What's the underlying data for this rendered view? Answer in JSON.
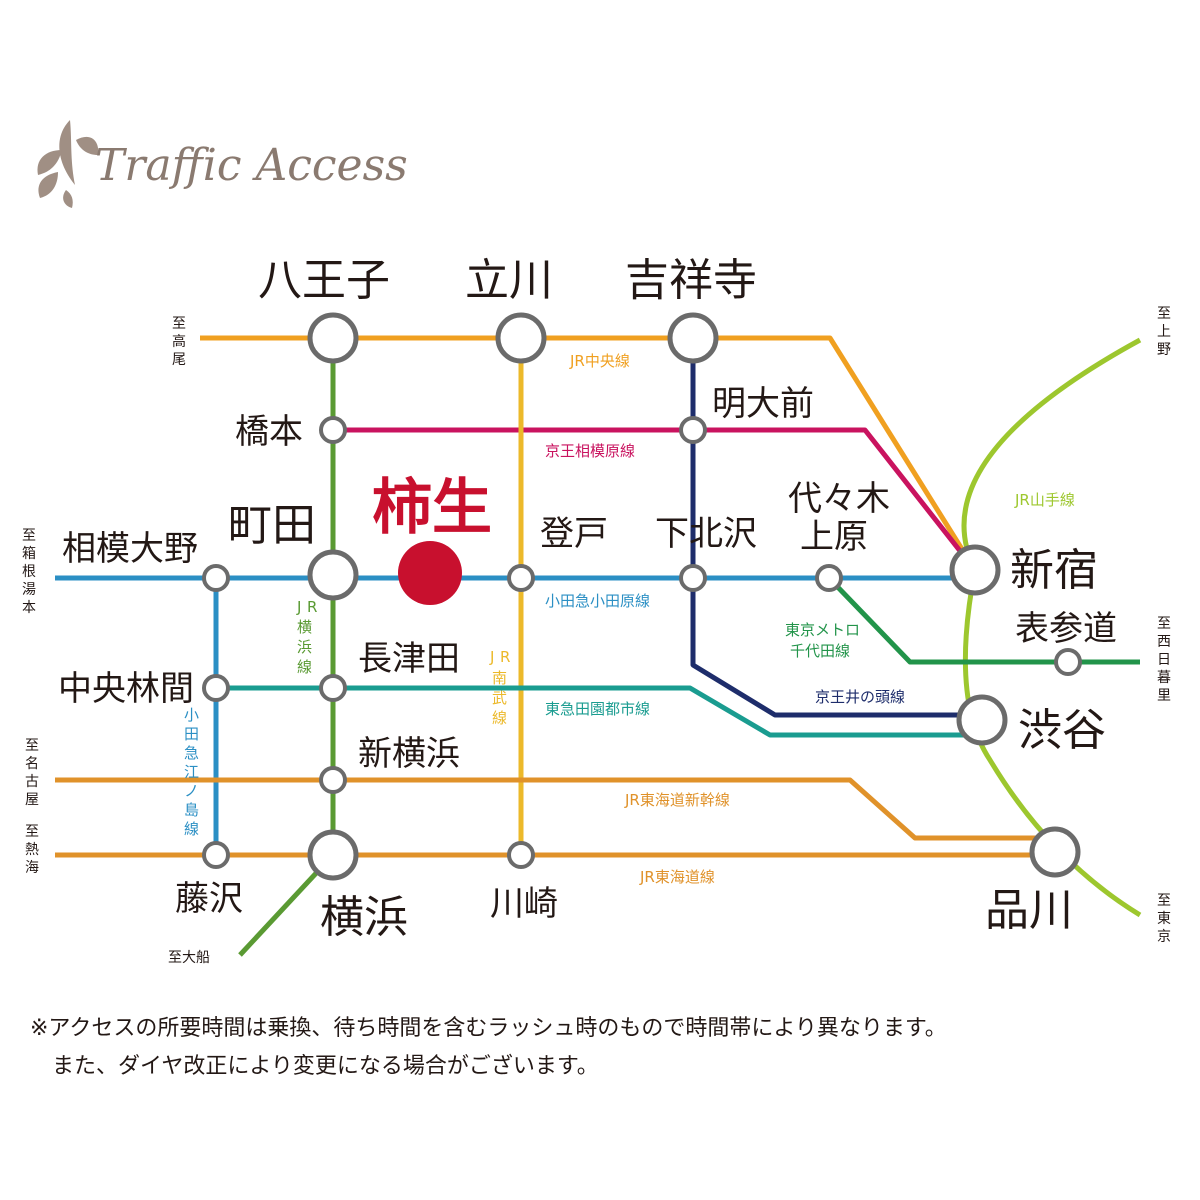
{
  "title": "Traffic Access",
  "colors": {
    "chuo": "#f0a020",
    "keio_sagamihara": "#c9135f",
    "odakyu": "#2b8fc4",
    "yokohama": "#5a9a33",
    "nambu": "#ecb92a",
    "denentoshi": "#1a9c90",
    "tokaido": "#e0922a",
    "inokashira": "#1e2d6b",
    "chiyoda": "#22944a",
    "yamanote": "#9dc72e",
    "current": "#c8102e",
    "ring": "#6b6b6b"
  },
  "current_station": "柿生",
  "stations": {
    "hachioji": "八王子",
    "tachikawa": "立川",
    "kichijoji": "吉祥寺",
    "hashimoto": "橋本",
    "meidaimae": "明大前",
    "machida": "町田",
    "noborito": "登戸",
    "shimokitazawa": "下北沢",
    "yoyogi1": "代々木",
    "yoyogi2": "上原",
    "sagamiono": "相模大野",
    "shinjuku": "新宿",
    "omotesando": "表参道",
    "nagatsuta": "長津田",
    "chuorinkan": "中央林間",
    "shibuya": "渋谷",
    "shinyokohama": "新横浜",
    "fujisawa": "藤沢",
    "yokohama": "横浜",
    "kawasaki": "川崎",
    "shinagawa": "品川"
  },
  "lines": {
    "chuo": "JR中央線",
    "keio_sagamihara": "京王相模原線",
    "odakyu": "小田急小田原線",
    "yokohama": [
      "J",
      "R",
      "横",
      "浜",
      "線"
    ],
    "nambu": [
      "J",
      "R",
      "南",
      "武",
      "線"
    ],
    "denentoshi": "東急田園都市線",
    "chiyoda_1": "東京メトロ",
    "chiyoda_2": "千代田線",
    "inokashira": "京王井の頭線",
    "enoshima": [
      "小",
      "田",
      "急",
      "江",
      "ノ",
      "島",
      "線"
    ],
    "shinkansen": "JR東海道新幹線",
    "tokaido": "JR東海道線",
    "yamanote": "JR山手線"
  },
  "directions": {
    "takao": [
      "至",
      "高",
      "尾"
    ],
    "hakone": [
      "至",
      "箱",
      "根",
      "湯",
      "本"
    ],
    "nagoya": [
      "至",
      "名",
      "古",
      "屋"
    ],
    "atami": [
      "至",
      "熱",
      "海"
    ],
    "ofuna": "至大船",
    "ueno": [
      "至",
      "上",
      "野"
    ],
    "nishinippori": [
      "至",
      "西",
      "日",
      "暮",
      "里"
    ],
    "tokyo": [
      "至",
      "東",
      "京"
    ]
  },
  "note": {
    "line1": "※アクセスの所要時間は乗換、待ち時間を含むラッシュ時のもので時間帯により異なります。",
    "line2": "　また、ダイヤ改正により変更になる場合がございます。"
  }
}
